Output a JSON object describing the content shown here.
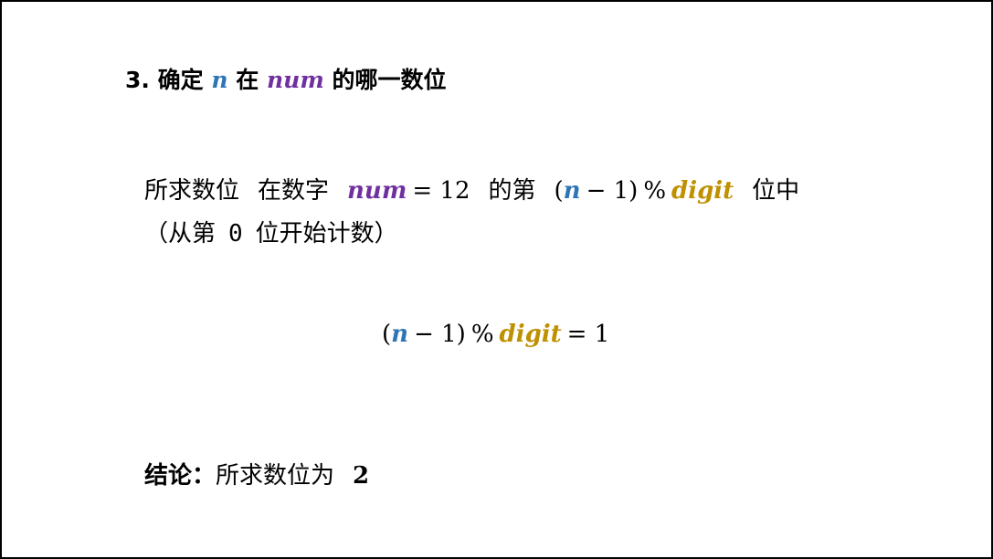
{
  "heading": {
    "prefix": "3. 确定",
    "var_n": "n",
    "word_in": "在",
    "var_num": "num",
    "suffix": "的哪一数位"
  },
  "statement": {
    "part1": "所求数位",
    "part2": "在数字",
    "var_num": "num",
    "equals_value": "= 12",
    "part3": "的第",
    "paren_open": "(",
    "var_n": "n",
    "minus_one": "− 1)",
    "percent": "%",
    "var_digit": "digit",
    "part4": "位中",
    "note_open": "（从第",
    "note_zero": "0",
    "note_close": "位开始计数）"
  },
  "formula": {
    "paren_open": "(",
    "var_n": "n",
    "minus_one": "− 1)",
    "percent": "%",
    "var_digit": "digit",
    "result": "= 1"
  },
  "conclusion": {
    "label": "结论：",
    "text": "所求数位为",
    "answer": "2"
  },
  "colors": {
    "n": "#2e75b6",
    "num": "#7030a0",
    "digit": "#bf9000"
  }
}
